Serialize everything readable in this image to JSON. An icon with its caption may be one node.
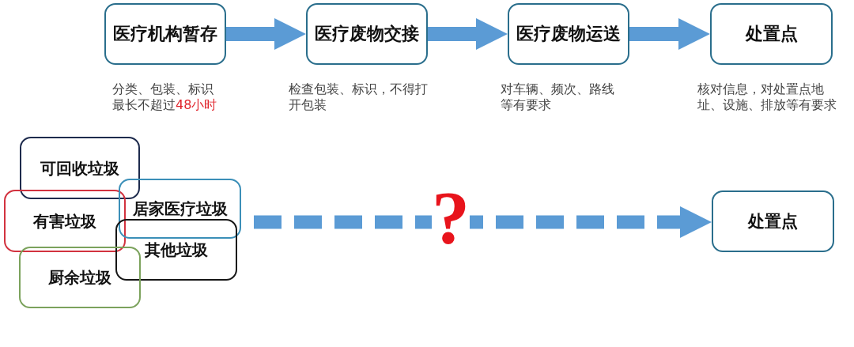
{
  "diagram": {
    "nodes": [
      {
        "text": [
          "医疗机构暂存"
        ],
        "beside": [
          "分类、包装、标识",
          "最长不超过**48小时**"
        ]
      },
      {
        "text": [
          "医疗废物交接"
        ],
        "beside": [
          "检查包装、标识，不得打开包装"
        ]
      },
      {
        "text": [
          "医疗废物运送"
        ],
        "beside": [
          "对车辆、频次、路线等有要求"
        ]
      },
      {
        "text": [
          "处置点"
        ],
        "beside": [
          "核对信息，对处置点地址、设施、排放等有要求"
        ]
      },
      {
        "text": [
          "可回收垃圾"
        ]
      },
      {
        "text": [
          "有害垃圾"
        ]
      },
      {
        "text": [
          "居家医疗垃圾"
        ]
      },
      {
        "text": [
          "其他垃圾"
        ]
      },
      {
        "text": [
          "厨余垃圾"
        ]
      },
      {
        "text": [
          "处置点"
        ]
      }
    ],
    "edges": [
      {
        "from": 0,
        "to": 1,
        "arrow": "to",
        "style": "thick"
      },
      {
        "from": 1,
        "to": 2,
        "arrow": "to",
        "style": "thick"
      },
      {
        "from": 2,
        "to": 3,
        "arrow": "to",
        "style": "thick"
      },
      {
        "from": 6,
        "to": 9,
        "arrow": "to",
        "style": "dashed",
        "label": "?"
      }
    ]
  }
}
